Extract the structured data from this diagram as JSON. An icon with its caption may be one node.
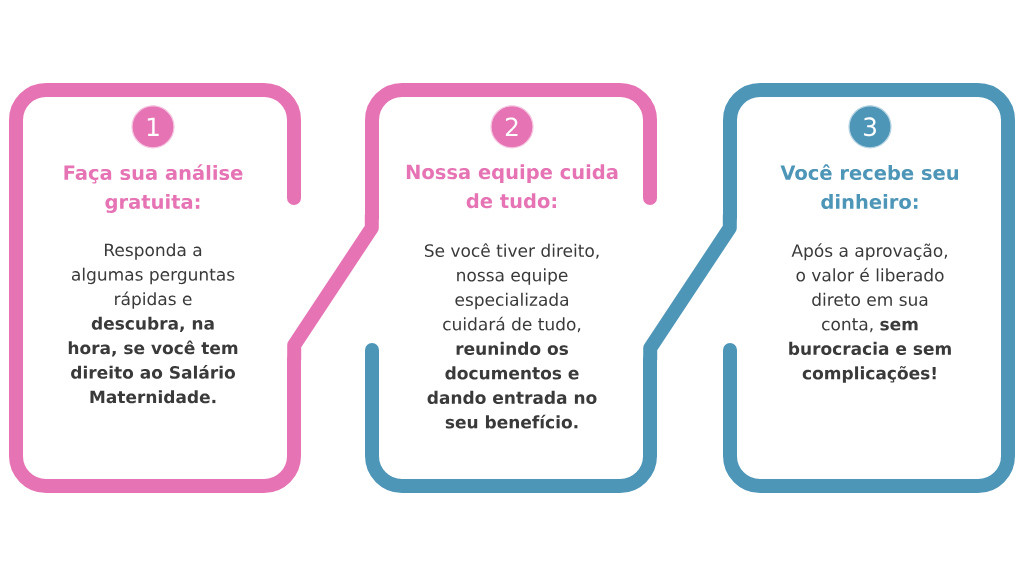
{
  "diagram": {
    "nodes": [
      {
        "text": [
          "Faça sua análise gratuita:",
          "Responda a algumas perguntas rápidas e **descubra, na hora, se você tem direito ao Salário Maternidade.**"
        ]
      },
      {
        "text": [
          "1"
        ],
        "in": 0
      },
      {
        "text": [
          "Nossa equipe cuida de tudo:",
          "Se você tiver direito, nossa equipe especializada cuidará de tudo, **reunindo os documentos e dando entrada no seu benefício.**"
        ]
      },
      {
        "text": [
          "2"
        ],
        "in": 2
      },
      {
        "text": [
          "Você recebe seu dinheiro:",
          "Após a aprovação, o valor é liberado direto em sua conta, **sem burocracia e sem complicações!**"
        ]
      },
      {
        "text": [
          "3"
        ],
        "in": 4
      }
    ],
    "edges": [
      {
        "from": 0,
        "to": 2,
        "arrow": "none",
        "color": "#e673b4"
      },
      {
        "from": 2,
        "to": 4,
        "arrow": "none",
        "color": "#4e96b8"
      }
    ]
  }
}
